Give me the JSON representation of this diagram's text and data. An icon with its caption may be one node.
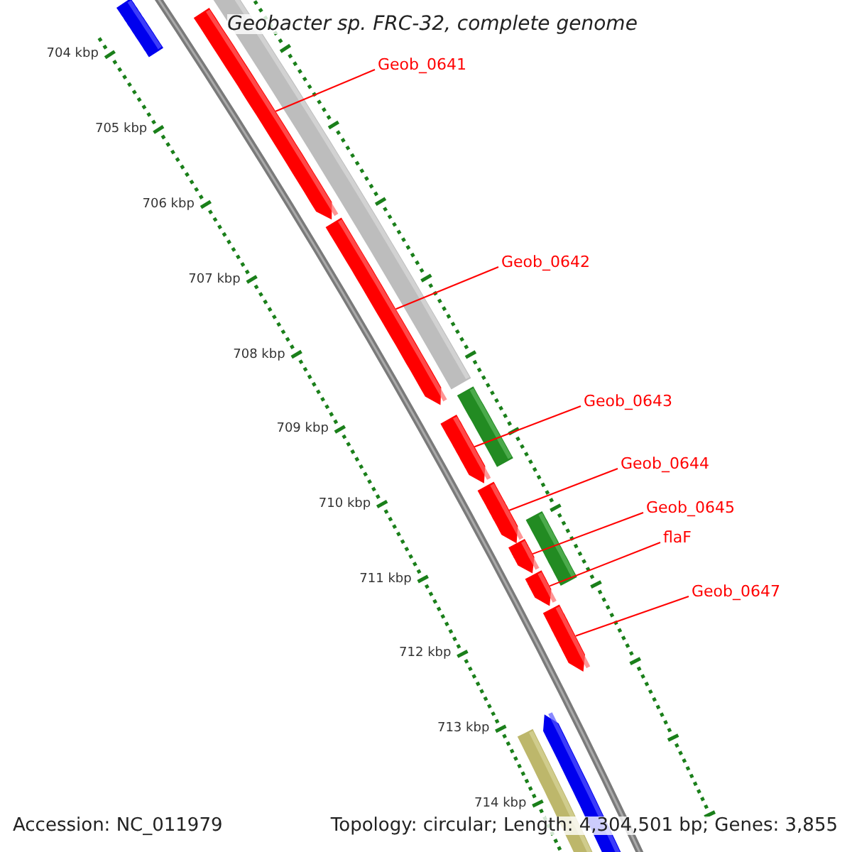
{
  "diagram": {
    "title": "Geobacter sp. FRC-32, complete genome",
    "nodes": [
      {
        "text": [
          "Geob_0641"
        ]
      },
      {
        "text": [
          "Geob_0642"
        ]
      },
      {
        "text": [
          "Geob_0643"
        ]
      },
      {
        "text": [
          "Geob_0644"
        ]
      },
      {
        "text": [
          "Geob_0645"
        ]
      },
      {
        "text": [
          "flaF"
        ]
      },
      {
        "text": [
          "Geob_0647"
        ]
      },
      {
        "text": [],
        "shape": "arrow"
      },
      {
        "text": [],
        "shape": "arrow"
      },
      {
        "text": [],
        "shape": "arrow"
      },
      {
        "text": [],
        "shape": "arrow"
      },
      {
        "text": [],
        "shape": "arrow"
      },
      {
        "text": [],
        "shape": "arrow"
      },
      {
        "text": [],
        "shape": "arrow"
      }
    ],
    "edges": [
      {
        "from": 0,
        "to": 7,
        "arrow": "none"
      },
      {
        "from": 1,
        "to": 8,
        "arrow": "none"
      },
      {
        "from": 2,
        "to": 9,
        "arrow": "none"
      },
      {
        "from": 3,
        "to": 10,
        "arrow": "none"
      },
      {
        "from": 4,
        "to": 11,
        "arrow": "none"
      },
      {
        "from": 5,
        "to": 12,
        "arrow": "none"
      },
      {
        "from": 6,
        "to": 13,
        "arrow": "none"
      }
    ],
    "labels": [
      "704 kbp",
      "705 kbp",
      "706 kbp",
      "707 kbp",
      "708 kbp",
      "709 kbp",
      "710 kbp",
      "711 kbp",
      "712 kbp",
      "713 kbp",
      "714 kbp",
      "Accession: NC_011979",
      "Topology: circular; Length: 4,304,501 bp; Genes: 3,855"
    ]
  }
}
